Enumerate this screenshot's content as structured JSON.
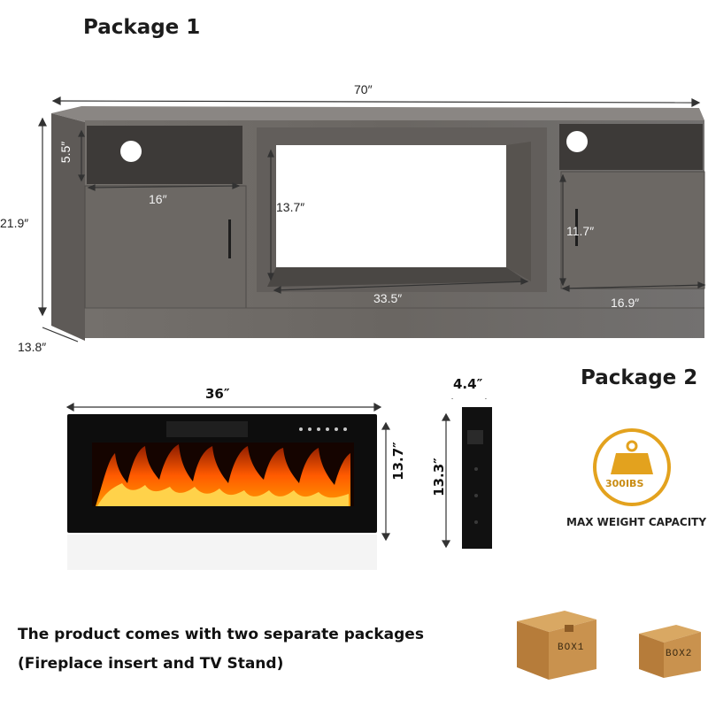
{
  "package1": {
    "title": "Package 1"
  },
  "package2": {
    "title": "Package 2"
  },
  "tv_stand_dims": {
    "width": "70″",
    "height": "21.9″",
    "depth": "13.8″",
    "shelf_height": "5.5″",
    "left_cabinet_width": "16″",
    "opening_height": "13.7″",
    "opening_width": "33.5″",
    "right_cabinet_height": "11.7″",
    "right_cabinet_width": "16.9″"
  },
  "insert_dims": {
    "width": "36″",
    "height": "13.7″",
    "side_height": "13.3″",
    "depth": "4.4″"
  },
  "weight": {
    "badge": "300IBS",
    "label": "MAX WEIGHT CAPACITY"
  },
  "caption": {
    "line1": "The product comes with two separate packages",
    "line2": "(Fireplace insert and TV Stand)"
  },
  "boxes": [
    {
      "label": "BOX1"
    },
    {
      "label": "BOX2"
    }
  ],
  "colors": {
    "wood": "#6e6a66",
    "wood_dark": "#5a5653",
    "accent": "#e3a21e",
    "cardboard": "#c9924e"
  }
}
